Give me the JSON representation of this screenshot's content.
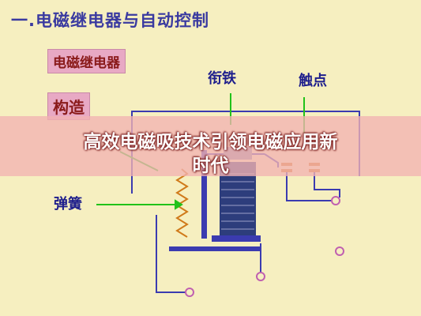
{
  "title": "一.电磁继电器与自动控制",
  "labels": {
    "relay": "电磁继电器",
    "structure": "构造",
    "armature": "衔铁",
    "contact": "触点",
    "spring": "弹簧"
  },
  "banner": {
    "line1": "高效电磁吸技术引领电磁应用新",
    "line2": "时代"
  },
  "colors": {
    "background": "#f6efc0",
    "wire": "#3b3bb0",
    "pointer": "#21c21a",
    "coil": "#2d3d7c",
    "spring": "#d07a1a",
    "terminal": "#c060b0",
    "banner": "#f2b2b2"
  }
}
